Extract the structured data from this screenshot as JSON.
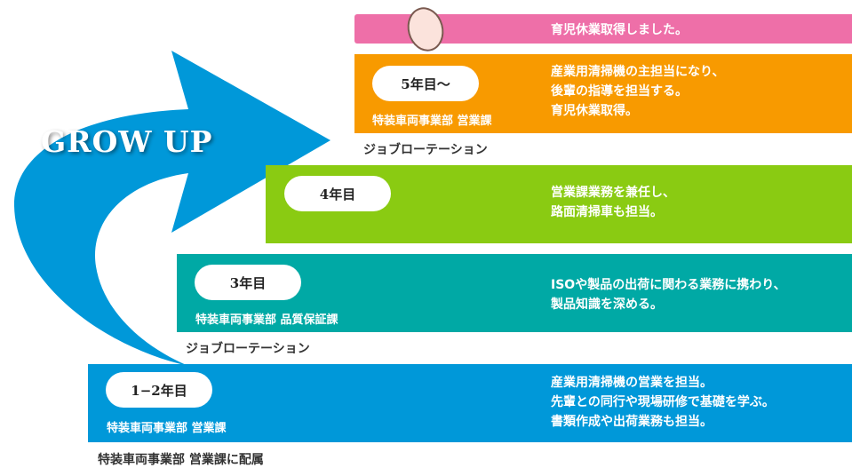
{
  "title": "GROW UP",
  "colors": {
    "arrow": "#0098d9",
    "pink": "#ee6fa8",
    "orange": "#f89a00",
    "green": "#8acb12",
    "teal": "#00a9a5",
    "blue": "#0098d9"
  },
  "leave": {
    "text": "育児休業取得しました。",
    "icon": "baby-icon"
  },
  "stages": [
    {
      "year": "5年目〜",
      "dept": "特装車両事業部  営業課",
      "desc": "産業用清掃機の主担当になり、\n後輩の指導を担当する。\n育児休業取得。"
    },
    {
      "year": "4年目",
      "dept": "",
      "desc": "営業課業務を兼任し、\n路面清掃車も担当。"
    },
    {
      "year": "3年目",
      "dept": "特装車両事業部  品質保証課",
      "desc": "ISOや製品の出荷に関わる業務に携わり、\n製品知識を深める。"
    },
    {
      "year": "1−2年目",
      "dept": "特装車両事業部  営業課",
      "desc": "産業用清掃機の営業を担当。\n先輩との同行や現場研修で基礎を学ぶ。\n書類作成や出荷業務も担当。"
    }
  ],
  "rotation1": "ジョブローテーション",
  "rotation2": "ジョブローテーション",
  "assignment": "特装車両事業部  営業課に配属"
}
